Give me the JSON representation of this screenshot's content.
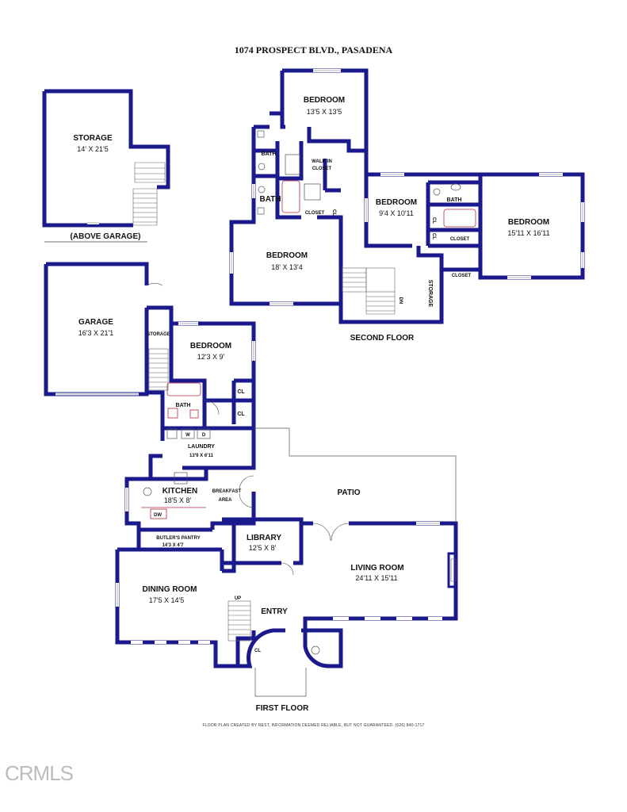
{
  "title": "1074 PROSPECT BLVD., PASADENA",
  "credit": "FLOOR PLAN CREATED BY REST, INFORMATION DEEMED RELIABLE, BUT NOT GUARANTEED. (626) 840-1717",
  "watermark": "CRMLS",
  "colors": {
    "wall": "#1a1a8c",
    "fixture": "#b02a3a",
    "line": "#555555"
  },
  "floors": {
    "second": "SECOND FLOOR",
    "first": "FIRST FLOOR",
    "above_garage": "(ABOVE GARAGE)"
  },
  "rooms": {
    "storage_top": {
      "name": "STORAGE",
      "dims": "14' X 21'5"
    },
    "bedroom_top": {
      "name": "BEDROOM",
      "dims": "13'5 X 13'5"
    },
    "bath_upper": "BATH",
    "walkin_closet": {
      "line1": "WALK-IN",
      "line2": "CLOSET"
    },
    "bath_middle": "BATH",
    "closet_mid": "CLOSET",
    "cl_mid": "CL",
    "bedroom_mid": {
      "name": "BEDROOM",
      "dims": "9'4 X 10'11"
    },
    "bath_right": "BATH",
    "bedroom_right": {
      "name": "BEDROOM",
      "dims": "15'11 X 16'11"
    },
    "cl_right": "CL",
    "cl_right2": "CL",
    "closet_right": "CLOSET",
    "closet_right2": "CLOSET",
    "bedroom_left": {
      "name": "BEDROOM",
      "dims": "18' X 13'4"
    },
    "storage_second": "STORAGE",
    "dn": "DN",
    "garage": {
      "name": "GARAGE",
      "dims": "16'3 X 21'1"
    },
    "storage_small": "STORAGE",
    "bedroom_first": {
      "name": "BEDROOM",
      "dims": "12'3 X 9'"
    },
    "cl_first1": "CL",
    "cl_first2": "CL",
    "bath_first": "BATH",
    "washer": "W",
    "dryer": "D",
    "laundry": {
      "name": "LAUNDRY",
      "dims": "13'9 X 6'11"
    },
    "kitchen": {
      "name": "KITCHEN",
      "dims": "18'5 X 8'"
    },
    "dw": "DW",
    "breakfast": {
      "line1": "BREAKFAST",
      "line2": "AREA"
    },
    "patio": "PATIO",
    "butlers_pantry": {
      "name": "BUTLER'S PANTRY",
      "dims": "14'3 X 4'7"
    },
    "library": {
      "name": "LIBRARY",
      "dims": "12'5 X 8'"
    },
    "living_room": {
      "name": "LIVING ROOM",
      "dims": "24'11 X 15'11"
    },
    "dining_room": {
      "name": "DINING ROOM",
      "dims": "17'5 X 14'5"
    },
    "up": "UP",
    "entry": "ENTRY",
    "cl_entry": "CL"
  }
}
